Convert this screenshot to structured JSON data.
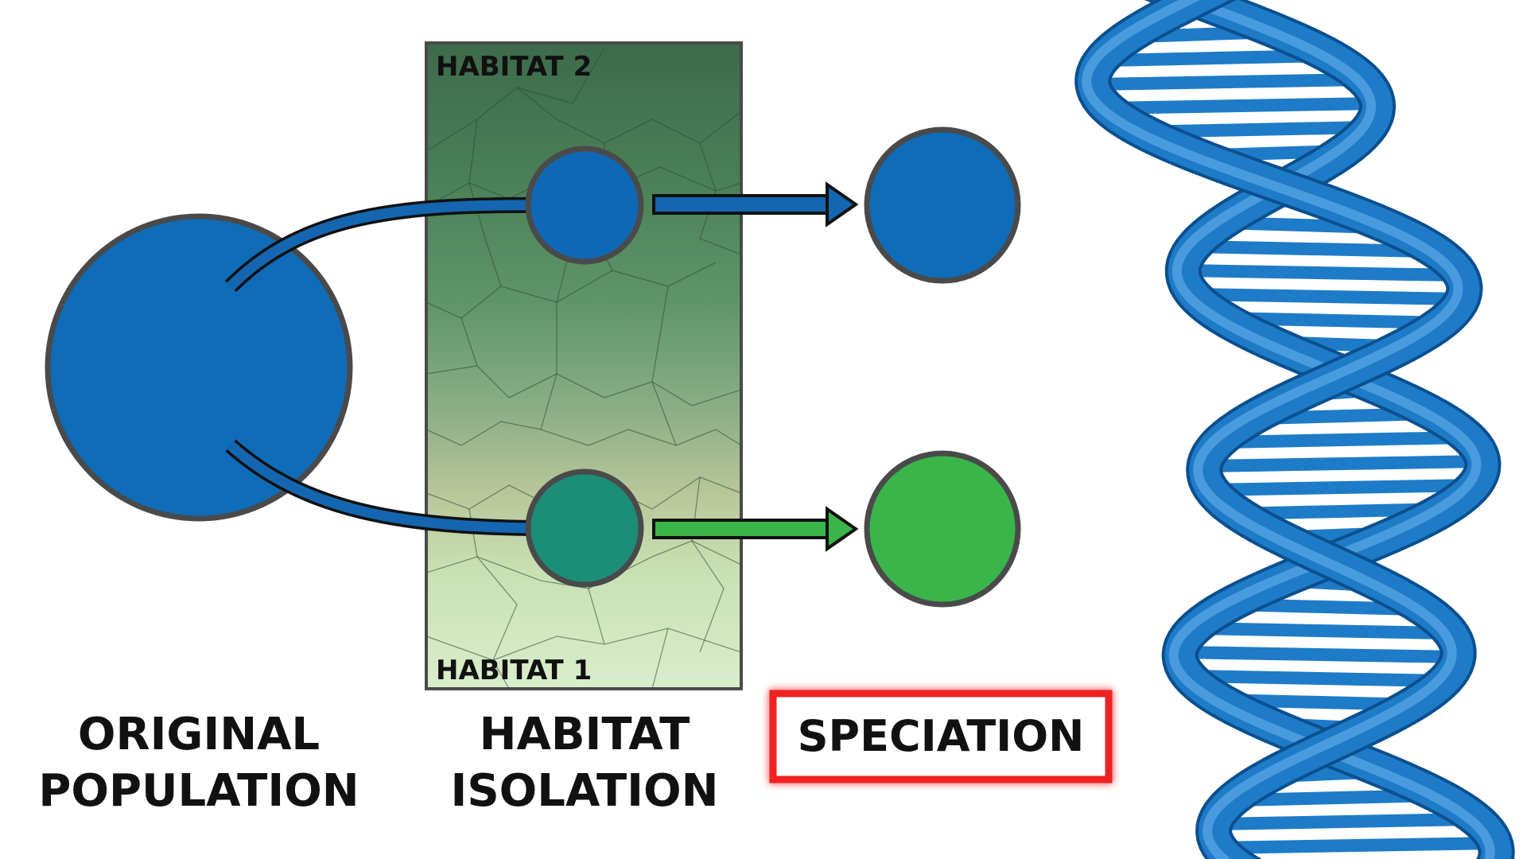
{
  "diagram": {
    "habitat_top_label": "HABITAT 2",
    "habitat_bottom_label": "HABITAT 1",
    "captions": {
      "original": [
        "ORIGINAL",
        "POPULATION"
      ],
      "isolation": [
        "HABITAT",
        "ISOLATION"
      ],
      "speciation": "SPECIATION"
    }
  },
  "colors": {
    "population": "#0E6CB8",
    "habitat2_population": "#0F68B5",
    "habitat1_population": "#1B8E78",
    "new_species_a": "#0E6CB8",
    "new_species_b": "#3AB54A",
    "arrow_blue": "#1466B0",
    "arrow_green": "#3AB54A",
    "highlight_border": "#EE2222",
    "dna": "#1E7BC8"
  },
  "icons": [
    "dna-helix-icon"
  ]
}
